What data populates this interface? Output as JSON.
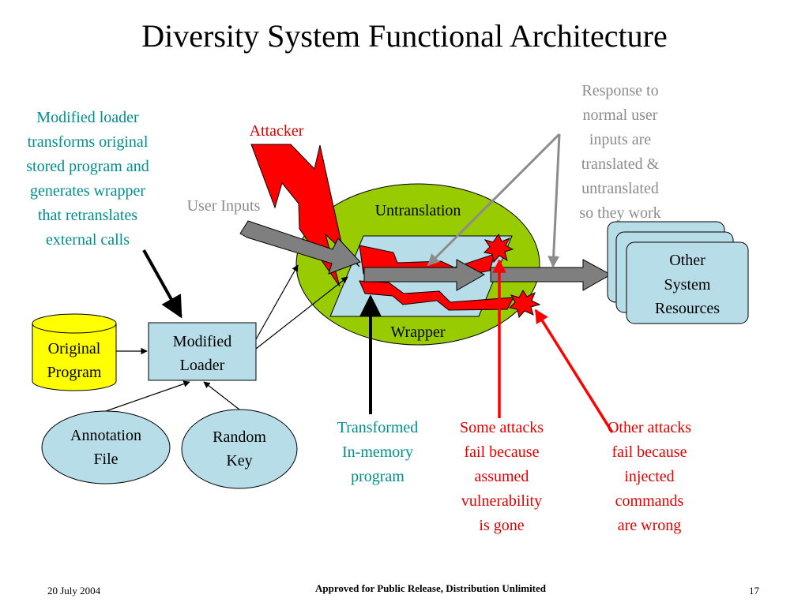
{
  "title": "Diversity System Functional Architecture",
  "notes": {
    "loader": [
      "Modified loader",
      "transforms original",
      "stored program and",
      "generates wrapper",
      "that retranslates",
      "external calls"
    ],
    "response": [
      "Response to",
      "normal user",
      "inputs are",
      "translated &",
      "untranslated",
      "so they work"
    ],
    "attacker": "Attacker",
    "user_inputs": "User Inputs",
    "transformed": [
      "Transformed",
      "In-memory",
      "program"
    ],
    "some_attacks": [
      "Some attacks",
      "fail because",
      "assumed",
      "vulnerability",
      "is gone"
    ],
    "other_attacks": [
      "Other attacks",
      "fail because",
      "injected",
      "commands",
      "are wrong"
    ]
  },
  "nodes": {
    "untranslation": "Untranslation",
    "wrapper": "Wrapper",
    "other_resources": [
      "Other",
      "System",
      "Resources"
    ],
    "original_program": [
      "Original",
      "Program"
    ],
    "modified_loader": [
      "Modified",
      "Loader"
    ],
    "annotation_file": [
      "Annotation",
      "File"
    ],
    "random_key": [
      "Random",
      "Key"
    ]
  },
  "colors": {
    "teal_text": "#008e8e",
    "red": "#ff0000",
    "gray_arrow": "#7f7f7f",
    "green_circle": "#99cc00",
    "light_blue": "#b7dde8",
    "yellow": "#ffff00"
  },
  "footer": {
    "date": "20 July 2004",
    "release": "Approved for Public Release, Distribution Unlimited",
    "page": "17"
  }
}
